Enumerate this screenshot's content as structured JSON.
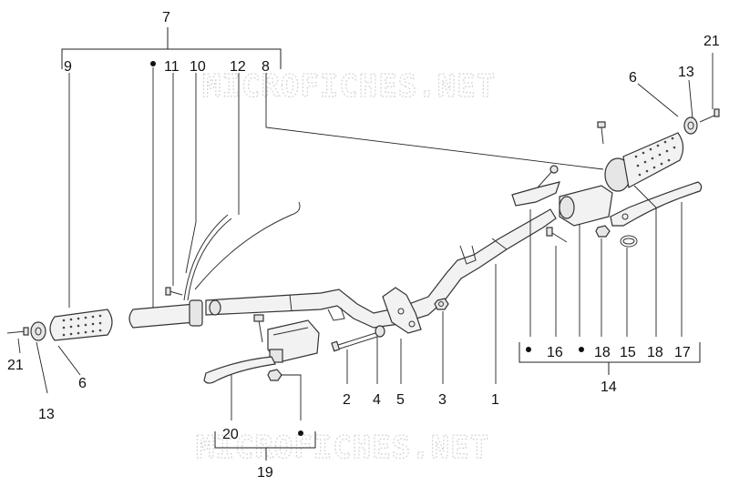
{
  "watermarks": [
    "MICROFICHES.NET",
    "MICROFICHES.NET"
  ],
  "callouts": {
    "p1": "1",
    "p2": "2",
    "p3": "3",
    "p4": "4",
    "p5": "5",
    "p6_left": "6",
    "p6_right": "6",
    "p7": "7",
    "p8": "8",
    "p9": "9",
    "p10": "10",
    "p11": "11",
    "p12": "12",
    "p13_left": "13",
    "p13_right": "13",
    "p14": "14",
    "p15": "15",
    "p16": "16",
    "p17": "17",
    "p18_a": "18",
    "p18_b": "18",
    "p19": "19",
    "p20": "20",
    "p21_left": "21",
    "p21_right": "21"
  }
}
